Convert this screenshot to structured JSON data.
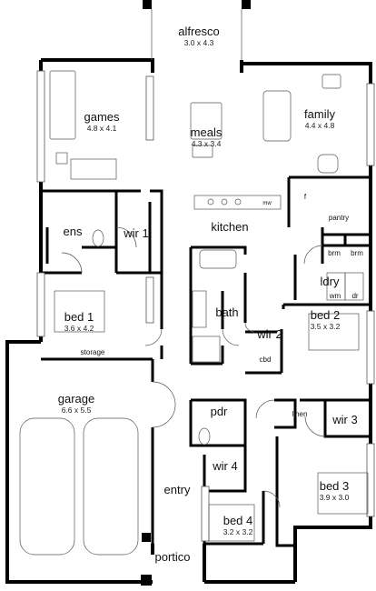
{
  "rooms": [
    {
      "id": "alfresco",
      "name": "alfresco",
      "dims": "3.0 x 4.3"
    },
    {
      "id": "games",
      "name": "games",
      "dims": "4.8 x 4.1"
    },
    {
      "id": "meals",
      "name": "meals",
      "dims": "4.3 x 3.4"
    },
    {
      "id": "family",
      "name": "family",
      "dims": "4.4 x 4.8"
    },
    {
      "id": "ens",
      "name": "ens",
      "dims": ""
    },
    {
      "id": "wir1",
      "name": "wir 1",
      "dims": ""
    },
    {
      "id": "kitchen",
      "name": "kitchen",
      "dims": ""
    },
    {
      "id": "pantry",
      "name": "pantry",
      "dims": ""
    },
    {
      "id": "mw",
      "name": "mw",
      "dims": ""
    },
    {
      "id": "f",
      "name": "f",
      "dims": ""
    },
    {
      "id": "brm1",
      "name": "brm",
      "dims": ""
    },
    {
      "id": "brm2",
      "name": "brm",
      "dims": ""
    },
    {
      "id": "ldry",
      "name": "ldry",
      "dims": ""
    },
    {
      "id": "wm",
      "name": "wm",
      "dims": ""
    },
    {
      "id": "dr",
      "name": "dr",
      "dims": ""
    },
    {
      "id": "bed1",
      "name": "bed 1",
      "dims": "3.6 x 4.2"
    },
    {
      "id": "bath",
      "name": "bath",
      "dims": ""
    },
    {
      "id": "wir2",
      "name": "wir 2",
      "dims": ""
    },
    {
      "id": "bed2",
      "name": "bed 2",
      "dims": "3.5 x 3.2"
    },
    {
      "id": "cbd",
      "name": "cbd",
      "dims": ""
    },
    {
      "id": "storage",
      "name": "storage",
      "dims": ""
    },
    {
      "id": "garage",
      "name": "garage",
      "dims": "6.6 x 5.5"
    },
    {
      "id": "pdr",
      "name": "pdr",
      "dims": ""
    },
    {
      "id": "linen",
      "name": "linen",
      "dims": ""
    },
    {
      "id": "wir3",
      "name": "wir 3",
      "dims": ""
    },
    {
      "id": "wir4",
      "name": "wir 4",
      "dims": ""
    },
    {
      "id": "entry",
      "name": "entry",
      "dims": ""
    },
    {
      "id": "bed3",
      "name": "bed 3",
      "dims": "3.9 x 3.0"
    },
    {
      "id": "bed4",
      "name": "bed 4",
      "dims": "3.2 x 3.2"
    },
    {
      "id": "portico",
      "name": "portico",
      "dims": ""
    }
  ]
}
